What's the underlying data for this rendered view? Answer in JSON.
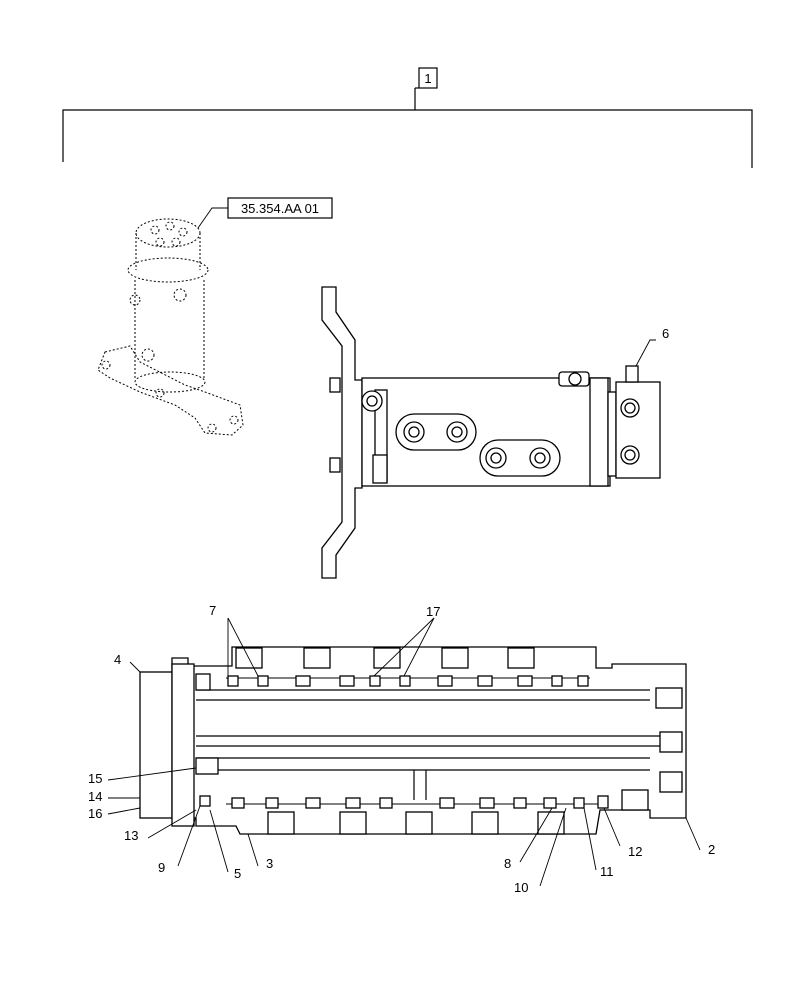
{
  "diagram": {
    "assembly_callout": "1",
    "reference_label": "35.354.AA 01",
    "callouts": {
      "c2": "2",
      "c3": "3",
      "c4": "4",
      "c5": "5",
      "c6": "6",
      "c7": "7",
      "c8": "8",
      "c9": "9",
      "c10": "10",
      "c11": "11",
      "c12": "12",
      "c13": "13",
      "c14": "14",
      "c15": "15",
      "c16": "16",
      "c17": "17"
    }
  }
}
